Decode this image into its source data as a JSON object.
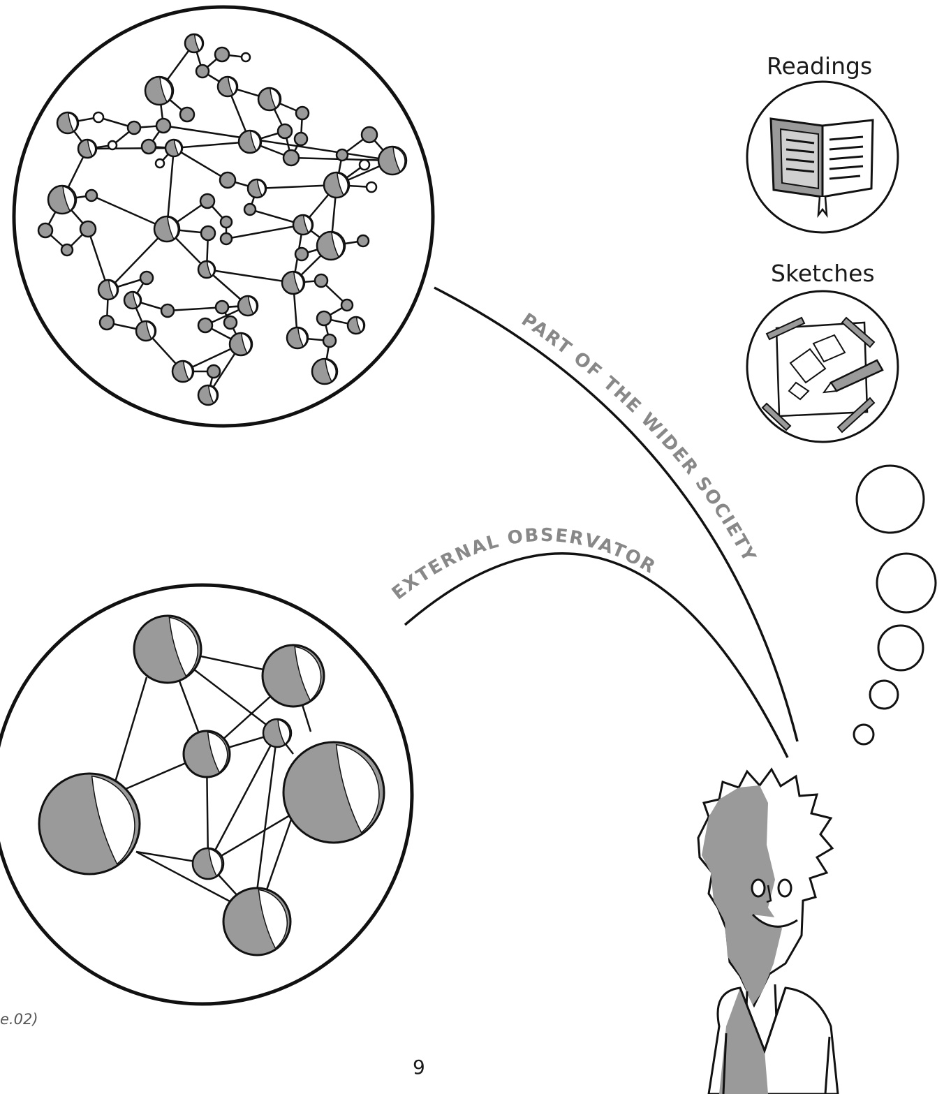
{
  "thumbnails": {
    "readings": {
      "label": "Readings",
      "icon": "open-book-icon"
    },
    "sketches": {
      "label": "Sketches",
      "icon": "taped-sketch-icon"
    }
  },
  "arcs": {
    "wider_society": "PART OF THE WIDER SOCIETY",
    "external_observer": "EXTERNAL OBSERVATOR"
  },
  "page_number": "9",
  "figure_ref": "e.02)",
  "colors": {
    "ink": "#111111",
    "node_fill": "#9a9a9a",
    "highlight": "#ffffff",
    "arc_text": "#888888"
  }
}
